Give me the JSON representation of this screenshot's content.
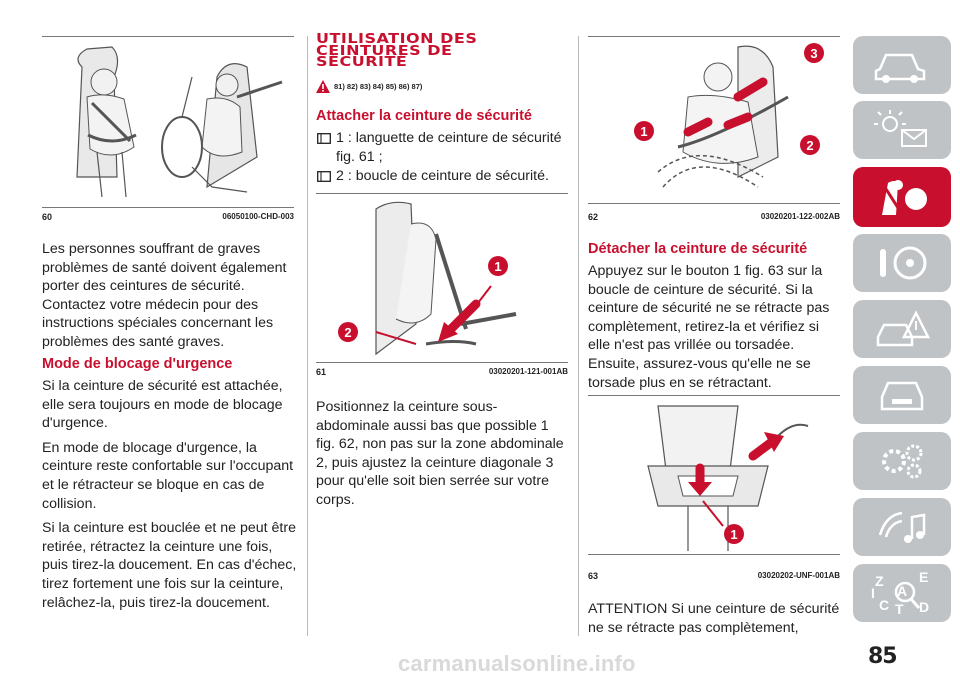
{
  "col1": {
    "fig60": {
      "num": "60",
      "code": "06050100-CHD-003"
    },
    "para1": "Les personnes souffrant de graves problèmes de santé doivent également porter des ceintures de sécurité. Contactez votre médecin pour des instructions spéciales concernant les problèmes des santé graves.",
    "heading": "Mode de blocage d'urgence",
    "para2": "Si la ceinture de sécurité est attachée, elle sera toujours en mode de blocage d'urgence.",
    "para3": "En mode de blocage d'urgence, la ceinture reste confortable sur l'occupant et le rétracteur se bloque en cas de collision.",
    "para4": "Si la ceinture est bouclée et ne peut être retirée, rétractez la ceinture une fois, puis tirez-la doucement. En cas d'échec, tirez fortement une fois sur la ceinture, relâchez-la, puis tirez-la doucement."
  },
  "col2": {
    "title_line1": "UTILISATION DES",
    "title_line2": "CEINTURES DE",
    "title_line3": "SÉCURITÉ",
    "warn_refs": "81) 82) 83) 84) 85) 86) 87)",
    "heading": "Attacher la ceinture de sécurité",
    "bullet1": "1 : languette de ceinture de sécurité fig. 61 ;",
    "bullet2": "2 : boucle de ceinture de sécurité.",
    "fig61": {
      "num": "61",
      "code": "03020201-121-001AB"
    },
    "para1": "Positionnez la ceinture sous-abdominale aussi bas que possible 1 fig. 62, non pas sur la zone abdominale 2, puis ajustez la ceinture diagonale 3 pour qu'elle soit bien serrée sur votre corps."
  },
  "col3": {
    "fig62": {
      "num": "62",
      "code": "03020201-122-002AB"
    },
    "heading": "Détacher la ceinture de sécurité",
    "para1": "Appuyez sur le bouton 1 fig. 63 sur la boucle de ceinture de sécurité. Si la ceinture de sécurité ne se rétracte pas complètement, retirez-la et vérifiez si elle n'est pas vrillée ou torsadée. Ensuite, assurez-vous qu'elle ne se torsade plus en se rétractant.",
    "fig63": {
      "num": "63",
      "code": "03020202-UNF-001AB"
    },
    "para2": "ATTENTION Si une ceinture de sécurité ne se rétracte pas complètement,"
  },
  "callouts": {
    "c1": "1",
    "c2": "2",
    "c3": "3"
  },
  "sidebar": {
    "tabs": [
      {
        "icon": "car-dashboard-icon",
        "active": false
      },
      {
        "icon": "lights-message-icon",
        "active": false
      },
      {
        "icon": "seatbelt-airbag-icon",
        "active": true
      },
      {
        "icon": "steering-key-icon",
        "active": false
      },
      {
        "icon": "warning-car-icon",
        "active": false
      },
      {
        "icon": "car-front-icon",
        "active": false
      },
      {
        "icon": "service-gears-icon",
        "active": false
      },
      {
        "icon": "multimedia-music-icon",
        "active": false
      },
      {
        "icon": "index-search-icon",
        "active": false
      }
    ],
    "index_letters": [
      "Z",
      "E",
      "A",
      "C",
      "D",
      "I",
      "T"
    ]
  },
  "page_number": "85",
  "watermark": "carmanualsonline.info",
  "colors": {
    "accent": "#c8102e",
    "sidebar_gray": "#bfc3c6",
    "text": "#222222"
  }
}
